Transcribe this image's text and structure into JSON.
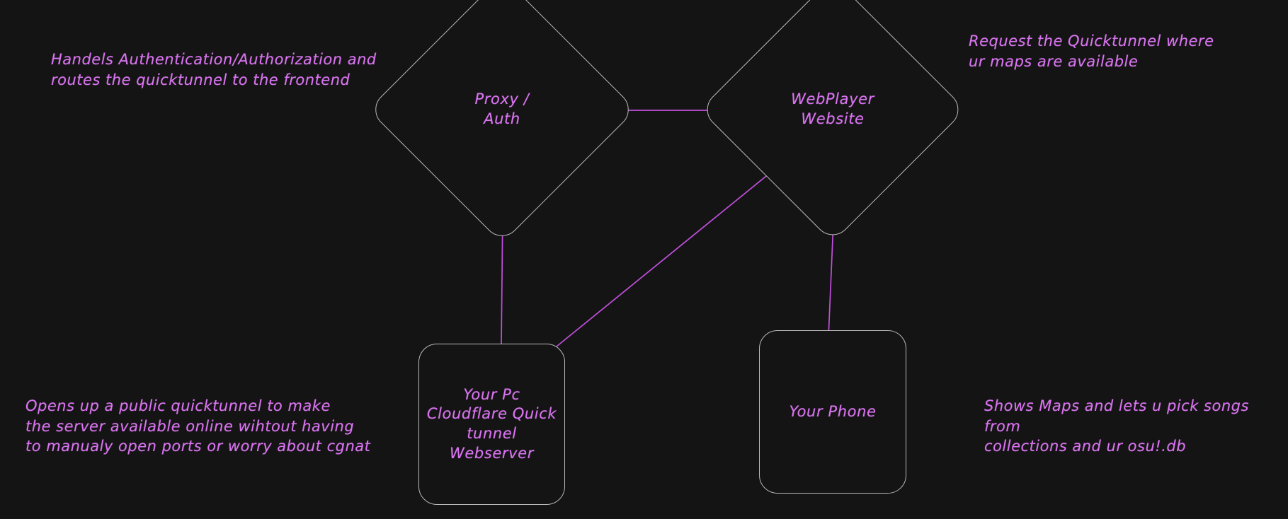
{
  "diagram": {
    "background_color": "#141414",
    "node_stroke_color": "#b9b9b9",
    "edge_color": "#c24fdd",
    "text_color": "#d974f0",
    "nodes": [
      {
        "id": "proxy-auth",
        "shape": "diamond",
        "label": "Proxy /\nAuth"
      },
      {
        "id": "webplayer-website",
        "shape": "diamond",
        "label": "WebPlayer\nWebsite"
      },
      {
        "id": "your-pc",
        "shape": "rounded-rect",
        "label": "Your Pc\nCloudflare Quick\ntunnel\nWebserver"
      },
      {
        "id": "your-phone",
        "shape": "rounded-rect",
        "label": "Your Phone"
      }
    ],
    "edges": [
      {
        "from": "proxy-auth",
        "to": "webplayer-website"
      },
      {
        "from": "proxy-auth",
        "to": "your-pc"
      },
      {
        "from": "webplayer-website",
        "to": "your-pc"
      },
      {
        "from": "webplayer-website",
        "to": "your-phone"
      }
    ],
    "annotations": {
      "top_left": "Handels Authentication/Authorization and\nroutes the quicktunnel to the frontend",
      "top_right": "Request the Quicktunnel where\nur maps are available",
      "bottom_left": "Opens up a public quicktunnel to make\nthe server available online wihtout having\nto manualy open ports or worry about cgnat",
      "bottom_right": "Shows Maps and lets u pick songs from\ncollections and ur osu!.db"
    }
  }
}
